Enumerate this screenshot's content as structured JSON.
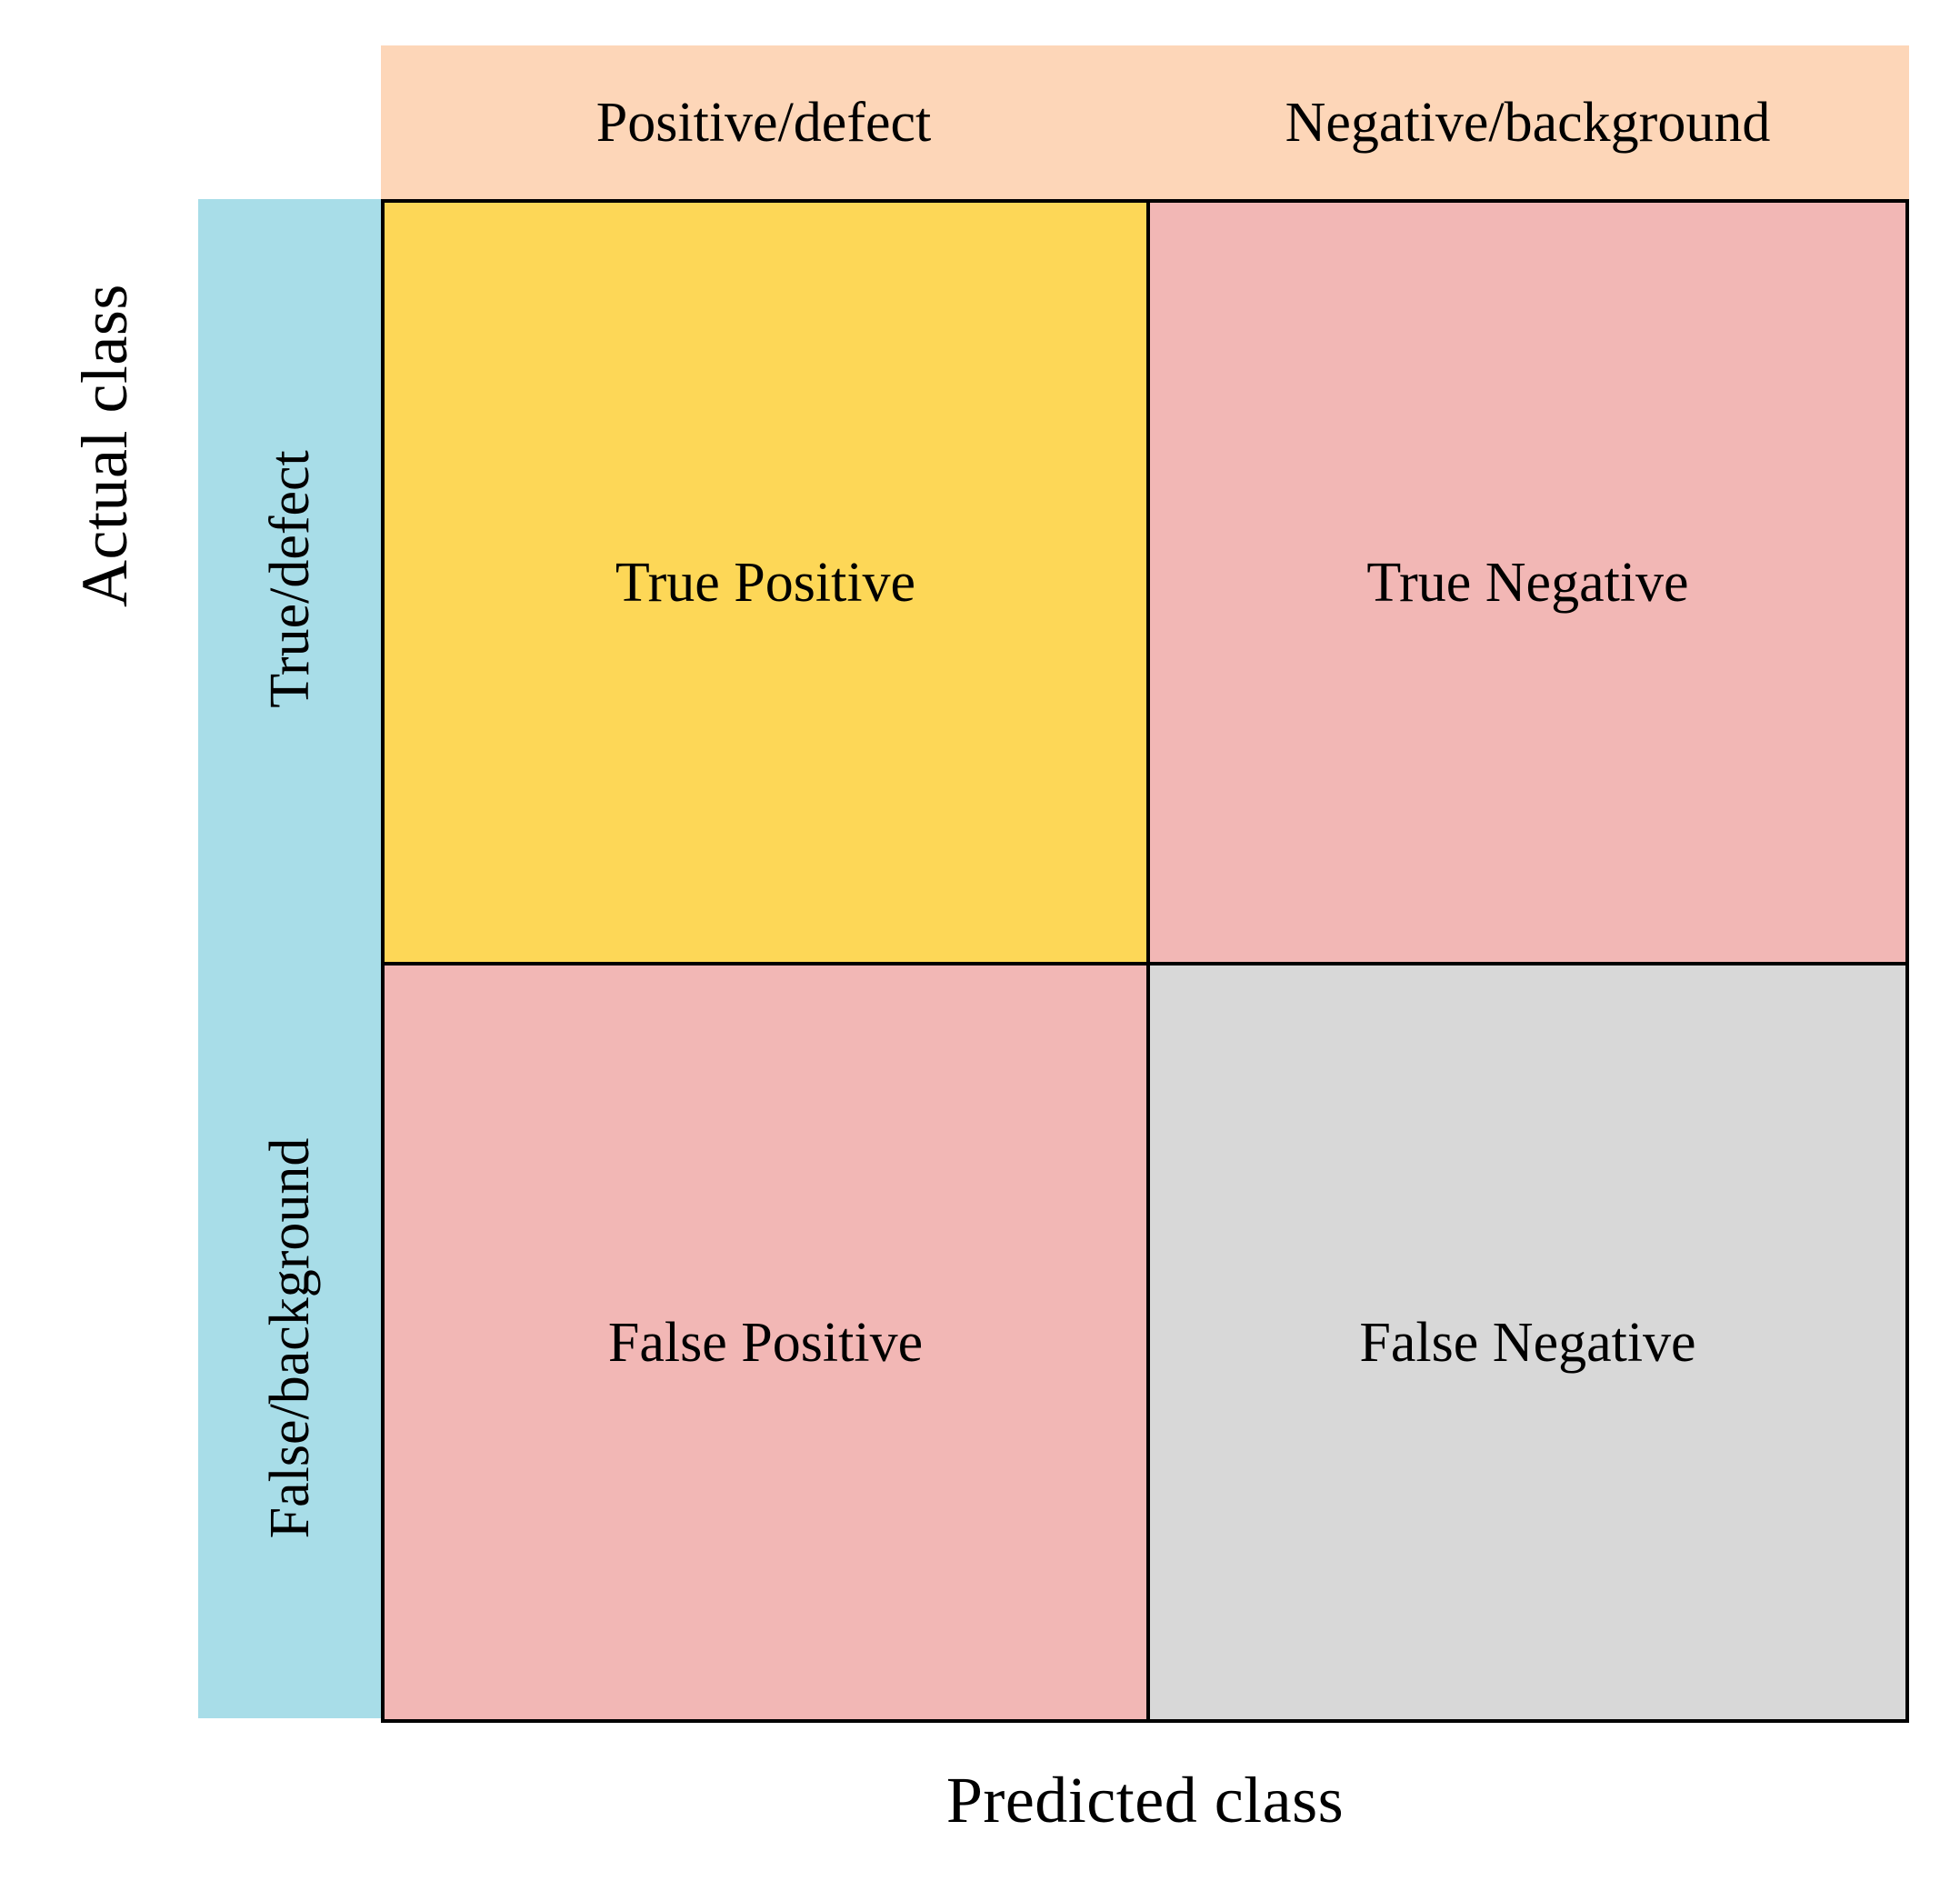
{
  "figure": {
    "type": "confusion-matrix",
    "x_axis_title": "Predicted class",
    "y_axis_title": "Actual class"
  },
  "column_headers": [
    {
      "label": "Positive/defect"
    },
    {
      "label": "Negative/background"
    }
  ],
  "row_headers": [
    {
      "label": "True/defect"
    },
    {
      "label": "False/background"
    }
  ],
  "cells": [
    {
      "key": "tp",
      "label": "True Positive",
      "color": "#FDD757"
    },
    {
      "key": "tn",
      "label": "True Negative",
      "color": "#F2B7B5"
    },
    {
      "key": "fp",
      "label": "False Positive",
      "color": "#F2B7B5"
    },
    {
      "key": "fn",
      "label": "False Negative",
      "color": "#D8D8D8"
    }
  ],
  "colors": {
    "header_band": "#FDD6B8",
    "row_band": "#A8DDE8",
    "true_positive": "#FDD757",
    "pink": "#F2B7B5",
    "gray": "#D8D8D8",
    "border": "#000000",
    "background": "#FFFFFF",
    "text": "#000000"
  },
  "chart_data": {
    "type": "table",
    "title": "",
    "xlabel": "Predicted class",
    "ylabel": "Actual class",
    "columns": [
      "Positive/defect",
      "Negative/background"
    ],
    "rows": [
      "True/defect",
      "False/background"
    ],
    "values": [
      [
        "True Positive",
        "True Negative"
      ],
      [
        "False Positive",
        "False Negative"
      ]
    ],
    "cell_colors": [
      [
        "#FDD757",
        "#F2B7B5"
      ],
      [
        "#F2B7B5",
        "#D8D8D8"
      ]
    ],
    "grid": true,
    "legend": "none"
  }
}
